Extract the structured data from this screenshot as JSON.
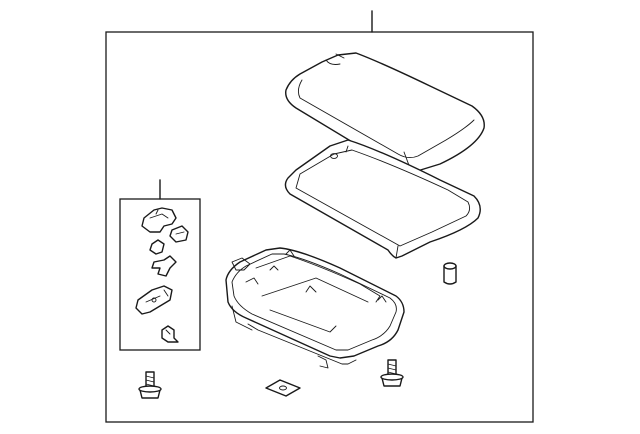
{
  "diagram": {
    "kind": "exploded-parts-diagram",
    "callout_labels": [],
    "colors": {
      "line": "#1a1a1a",
      "background": "#ffffff"
    },
    "parts": [
      "armrest-lid-cover",
      "armrest-lid-base",
      "storage-bin",
      "hardware-kit",
      "clip-bracket",
      "square-clip",
      "spring-clip",
      "hinge-bracket",
      "push-nut",
      "left-bolt",
      "right-bolt",
      "pad",
      "bumper-stop"
    ]
  }
}
